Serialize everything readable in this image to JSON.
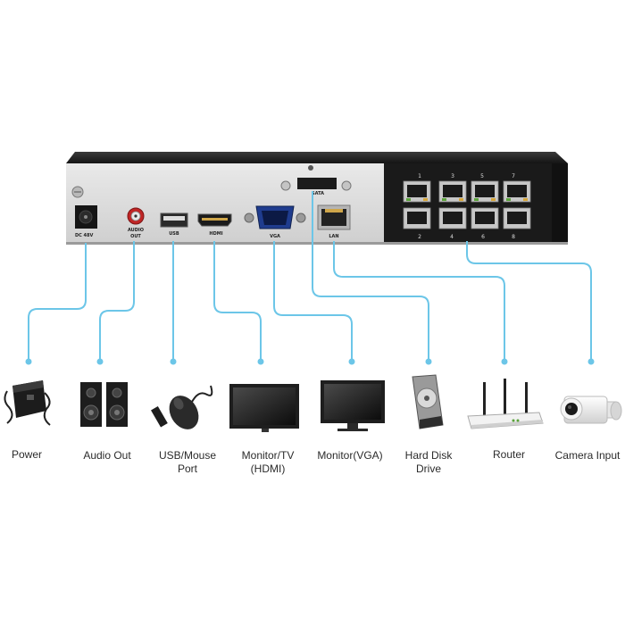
{
  "nvr": {
    "ports": {
      "dc": "DC 48V",
      "audio_1": "AUDIO",
      "audio_2": "OUT",
      "usb": "USB",
      "hdmi": "HDMI",
      "vga": "VGA",
      "sata": "SATA",
      "lan": "LAN"
    },
    "poe_numbers_top": [
      "1",
      "3",
      "5",
      "7"
    ],
    "poe_numbers_bottom": [
      "2",
      "4",
      "6",
      "8"
    ]
  },
  "devices": [
    {
      "lines": [
        "Power"
      ]
    },
    {
      "lines": [
        "Audio Out"
      ]
    },
    {
      "lines": [
        "USB/Mouse",
        "Port"
      ]
    },
    {
      "lines": [
        "Monitor/TV",
        "(HDMI)"
      ]
    },
    {
      "lines": [
        "Monitor(VGA)"
      ]
    },
    {
      "lines": [
        "Hard Disk",
        "Drive"
      ]
    },
    {
      "lines": [
        "Router"
      ]
    },
    {
      "lines": [
        "Camera Input"
      ]
    }
  ],
  "colors": {
    "connector": "#6cc6e8",
    "chassis_top": "#1b1b1b",
    "panel": "#dcdcdc"
  }
}
